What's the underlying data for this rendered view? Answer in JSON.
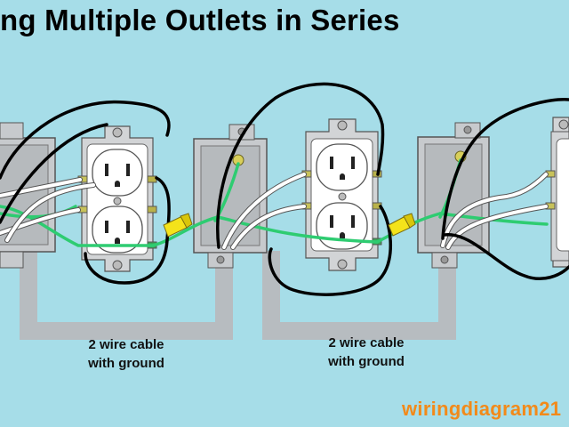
{
  "title": "ng Multiple Outlets in Series",
  "cable_labels": [
    {
      "line1": "2 wire cable",
      "line2": "with ground"
    },
    {
      "line1": "2 wire cable",
      "line2": "with ground"
    }
  ],
  "watermark": "wiringdiagram21",
  "colors": {
    "background": "#a6dde8",
    "conduit": "#c0c4c8",
    "hot_wire": "#000000",
    "neutral_wire": "#ffffff",
    "ground_wire": "#2ecc71",
    "wire_nut": "#f4e31a",
    "watermark": "#f28a1a"
  }
}
